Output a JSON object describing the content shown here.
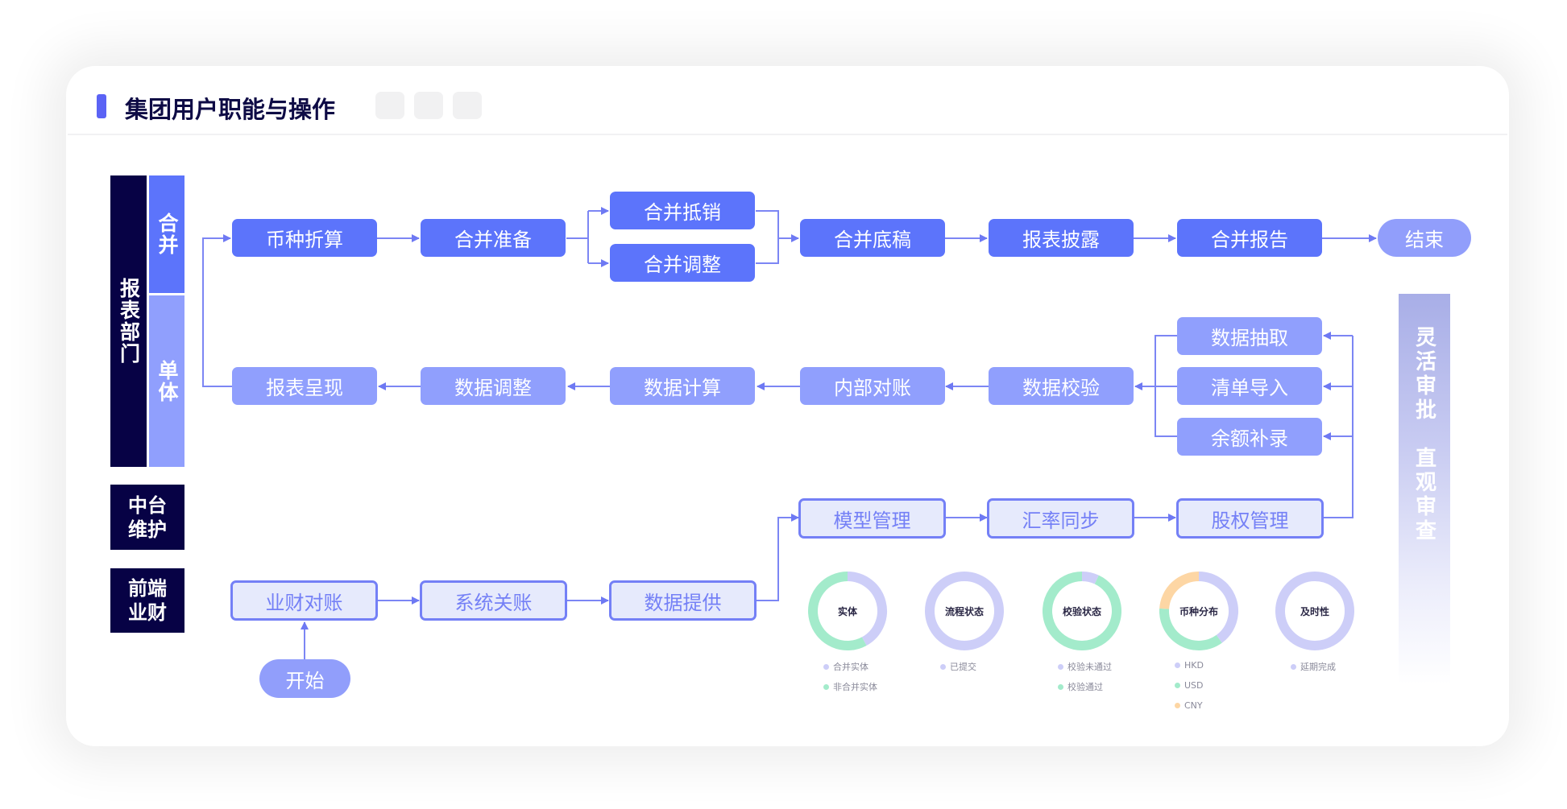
{
  "header": {
    "title": "集团用户职能与操作",
    "accent_color": "#5B63F5"
  },
  "lanes": {
    "report_dept": "报表部门",
    "consolidated": "合并",
    "single": "单体",
    "middle_platform": "中台维护",
    "frontend": "前端业财"
  },
  "row_consolidated": {
    "n1": "币种折算",
    "n2": "合并准备",
    "n3a": "合并抵销",
    "n3b": "合并调整",
    "n4": "合并底稿",
    "n5": "报表披露",
    "n6": "合并报告",
    "end": "结束"
  },
  "row_single": {
    "n1": "报表呈现",
    "n2": "数据调整",
    "n3": "数据计算",
    "n4": "内部对账",
    "n5": "数据校验",
    "src1": "数据抽取",
    "src2": "清单导入",
    "src3": "余额补录"
  },
  "row_middle": {
    "n1": "模型管理",
    "n2": "汇率同步",
    "n3": "股权管理"
  },
  "row_frontend": {
    "n1": "业财对账",
    "n2": "系统关账",
    "n3": "数据提供",
    "start": "开始"
  },
  "side_panel": {
    "line1": "灵活审批",
    "line2": "直观审查"
  },
  "colors": {
    "solid": "#5C74FB",
    "soft": "#909FFD",
    "outline": "#7480F6",
    "lane_dark": "#070245",
    "lavender": "#CDCEF8",
    "green": "#A3EBCB",
    "orange": "#FDD6A4"
  },
  "chart_data": [
    {
      "type": "pie",
      "title": "实体",
      "series": [
        {
          "name": "合并实体",
          "value": 0.42,
          "color": "#CDCEF8"
        },
        {
          "name": "非合并实体",
          "value": 0.58,
          "color": "#A3EBCB"
        }
      ]
    },
    {
      "type": "pie",
      "title": "流程状态",
      "series": [
        {
          "name": "已提交",
          "value": 1.0,
          "color": "#CDCEF8"
        }
      ]
    },
    {
      "type": "pie",
      "title": "校验状态",
      "series": [
        {
          "name": "校验未通过",
          "value": 0.07,
          "color": "#CDCEF8"
        },
        {
          "name": "校验通过",
          "value": 0.93,
          "color": "#A3EBCB"
        }
      ]
    },
    {
      "type": "pie",
      "title": "币种分布",
      "series": [
        {
          "name": "HKD",
          "value": 0.4,
          "color": "#CDCEF8"
        },
        {
          "name": "USD",
          "value": 0.36,
          "color": "#A3EBCB"
        },
        {
          "name": "CNY",
          "value": 0.24,
          "color": "#FDD6A4"
        }
      ]
    },
    {
      "type": "pie",
      "title": "及时性",
      "series": [
        {
          "name": "延期完成",
          "value": 1.0,
          "color": "#CDCEF8"
        }
      ]
    }
  ]
}
